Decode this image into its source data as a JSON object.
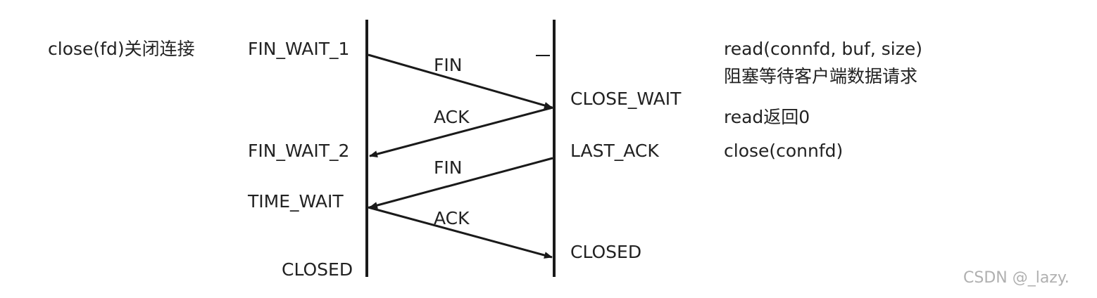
{
  "left_side": {
    "action": "close(fd)关闭连接",
    "states": [
      "FIN_WAIT_1",
      "FIN_WAIT_2",
      "TIME_WAIT",
      "CLOSED"
    ]
  },
  "messages": [
    "FIN",
    "ACK",
    "FIN",
    "ACK"
  ],
  "right_side": {
    "states": [
      "CLOSE_WAIT",
      "LAST_ACK",
      "CLOSED"
    ],
    "notes": [
      "read(connfd, buf, size)",
      "阻塞等待客户端数据请求",
      "read返回0",
      "close(connfd)"
    ]
  },
  "watermark": "CSDN @_lazy.",
  "colors": {
    "line": "#1a1a1a",
    "text": "#222222",
    "watermark": "#b0b0b0"
  }
}
